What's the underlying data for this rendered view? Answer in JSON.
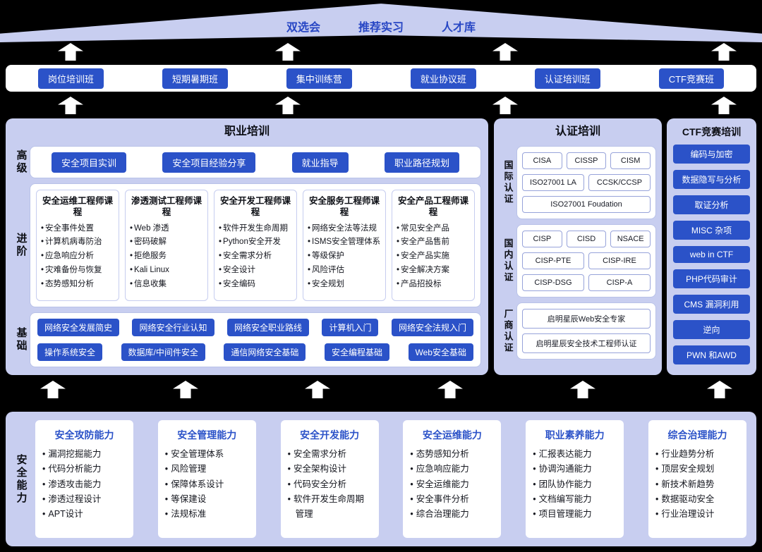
{
  "colors": {
    "background": "#000000",
    "panel_lavender": "#C8CEF0",
    "accent_blue": "#2B52C8",
    "white": "#FFFFFF"
  },
  "top_banner": {
    "items": [
      "双选会",
      "推荐实习",
      "人才库"
    ]
  },
  "class_bar": {
    "buttons": [
      "岗位培训班",
      "短期暑期班",
      "集中训练营",
      "就业协议班",
      "认证培训班",
      "CTF竞赛班"
    ]
  },
  "career": {
    "title": "职业培训",
    "advanced_label": "高级",
    "advanced_buttons": [
      "安全项目实训",
      "安全项目经验分享",
      "就业指导",
      "职业路径规划"
    ],
    "intermediate_label": "进阶",
    "intermediate_cards": [
      {
        "title": "安全运维工程师课程",
        "items": [
          "安全事件处置",
          "计算机病毒防治",
          "应急响应分析",
          "灾难备份与恢复",
          "态势感知分析"
        ]
      },
      {
        "title": "渗透测试工程师课程",
        "items": [
          "Web 渗透",
          "密码破解",
          "拒绝服务",
          "Kali Linux",
          "信息收集"
        ]
      },
      {
        "title": "安全开发工程师课程",
        "items": [
          "软件开发生命周期",
          "Python安全开发",
          "安全需求分析",
          "安全设计",
          "安全编码"
        ]
      },
      {
        "title": "安全服务工程师课程",
        "items": [
          "网络安全法等法规",
          "ISMS安全管理体系",
          "等级保护",
          "风险评估",
          "安全规划"
        ]
      },
      {
        "title": "安全产品工程师课程",
        "items": [
          "常见安全产品",
          "安全产品售前",
          "安全产品实施",
          "安全解决方案",
          "产品招投标"
        ]
      }
    ],
    "basic_label": "基础",
    "basic_row1": [
      "网络安全发展简史",
      "网络安全行业认知",
      "网络安全职业路线",
      "计算机入门",
      "网络安全法规入门"
    ],
    "basic_row2": [
      "操作系统安全",
      "数据库/中间件安全",
      "通信网络安全基础",
      "安全编程基础",
      "Web安全基础"
    ]
  },
  "cert": {
    "title": "认证培训",
    "sections": [
      {
        "label": "国际认证",
        "rows": [
          [
            "CISA",
            "CISSP",
            "CISM"
          ],
          [
            "ISO27001 LA",
            "CCSK/CCSP"
          ],
          [
            "ISO27001  Foudation"
          ]
        ]
      },
      {
        "label": "国内认证",
        "rows": [
          [
            "CISP",
            "CISD",
            "NSACE"
          ],
          [
            "CISP-PTE",
            "CISP-IRE"
          ],
          [
            "CISP-DSG",
            "CISP-A"
          ]
        ]
      },
      {
        "label": "厂商认证",
        "rows": [
          [
            "启明星辰Web安全专家"
          ],
          [
            "启明星辰安全技术工程师认证"
          ]
        ]
      }
    ]
  },
  "ctf": {
    "title": "CTF竞赛培训",
    "buttons": [
      "编码与加密",
      "数据隐写与分析",
      "取证分析",
      "MISC 杂项",
      "web in CTF",
      "PHP代码审计",
      "CMS 漏洞利用",
      "逆向",
      "PWN 和AWD"
    ]
  },
  "abilities": {
    "label": "安全能力",
    "cards": [
      {
        "title": "安全攻防能力",
        "items": [
          "漏洞挖掘能力",
          "代码分析能力",
          "渗透攻击能力",
          "渗透过程设计",
          "APT设计"
        ]
      },
      {
        "title": "安全管理能力",
        "items": [
          "安全管理体系",
          "风险管理",
          "保障体系设计",
          "等保建设",
          "法规标准"
        ]
      },
      {
        "title": "安全开发能力",
        "items": [
          "安全需求分析",
          "安全架构设计",
          "代码安全分析",
          "软件开发生命周期管理"
        ]
      },
      {
        "title": "安全运维能力",
        "items": [
          "态势感知分析",
          "应急响应能力",
          "安全运维能力",
          "安全事件分析",
          "综合治理能力"
        ]
      },
      {
        "title": "职业素养能力",
        "items": [
          "汇报表达能力",
          "协调沟通能力",
          "团队协作能力",
          "文档编写能力",
          "项目管理能力"
        ]
      },
      {
        "title": "综合治理能力",
        "items": [
          "行业趋势分析",
          "顶层安全规划",
          "新技术新趋势",
          "数据驱动安全",
          "行业治理设计"
        ]
      }
    ]
  }
}
